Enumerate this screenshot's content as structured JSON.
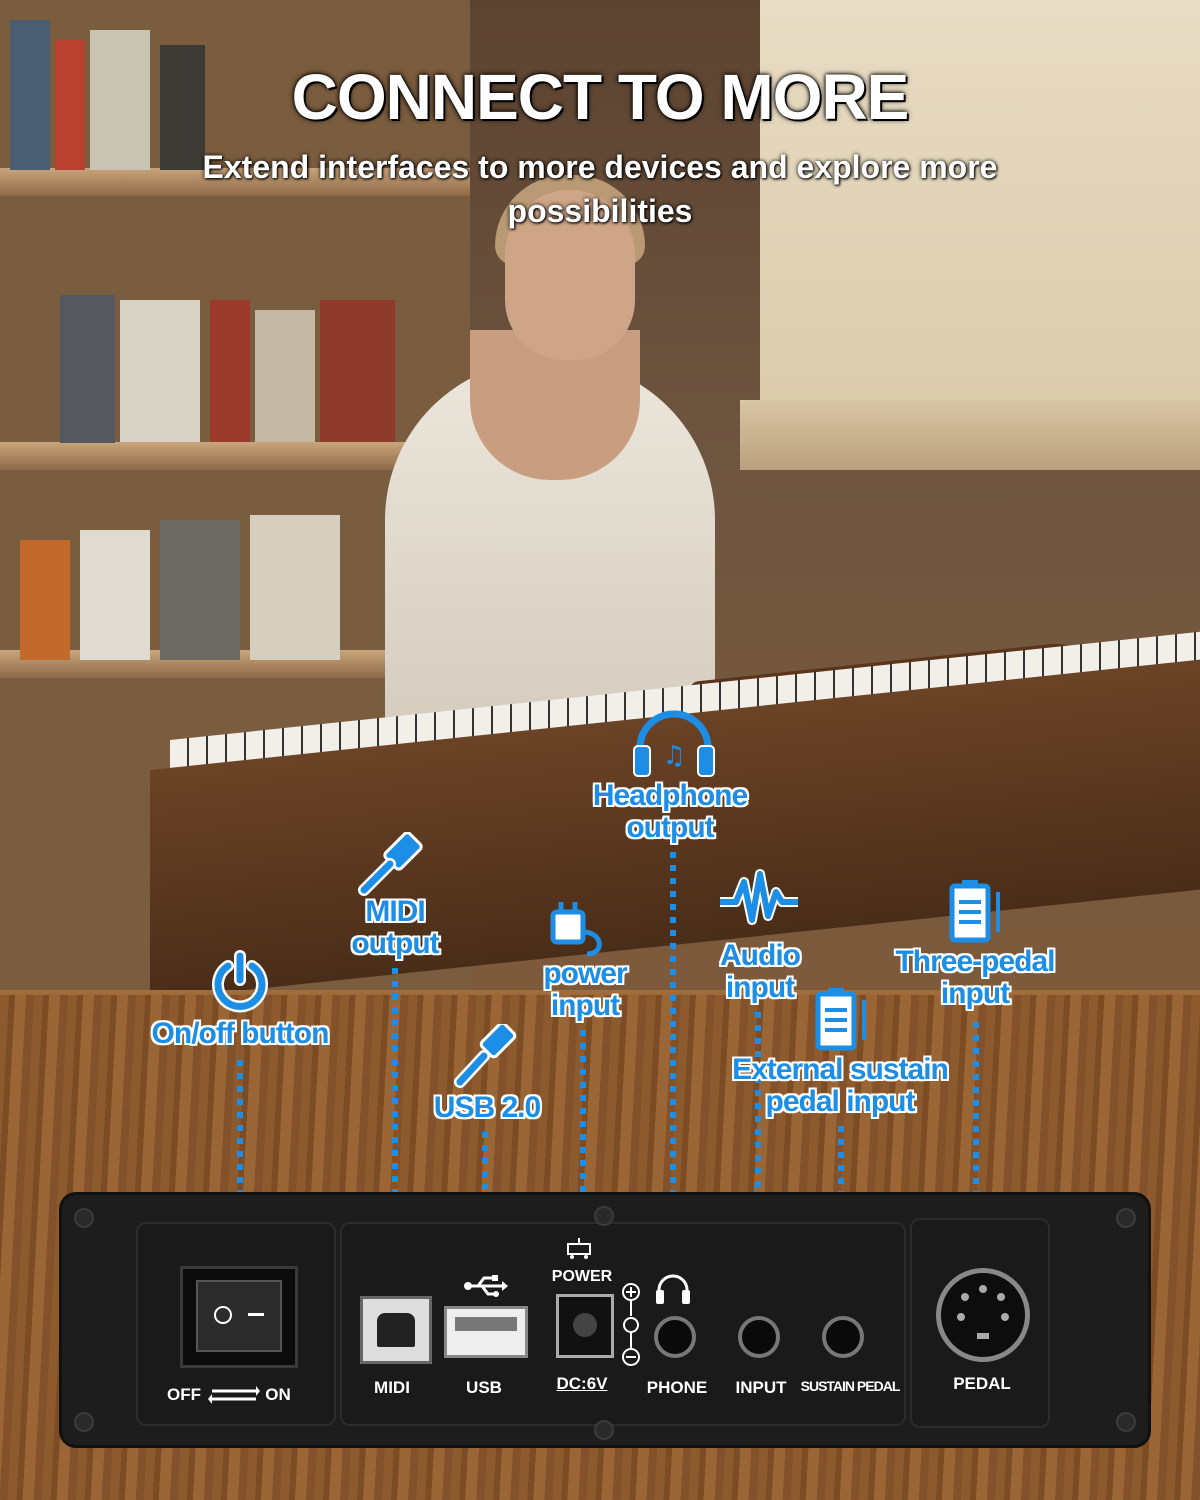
{
  "heading": {
    "title": "CONNECT TO MORE",
    "subtitle": "Extend interfaces to more devices and explore more possibilities"
  },
  "callouts": {
    "on_off": "On/off button",
    "midi_line1": "MIDI",
    "midi_line2": "output",
    "usb": "USB 2.0",
    "power_line1": "power",
    "power_line2": "input",
    "headphone_line1": "Headphone",
    "headphone_line2": "output",
    "audio_line1": "Audio",
    "audio_line2": "input",
    "three_pedal_line1": "Three-pedal",
    "three_pedal_line2": "input",
    "sustain_line1": "External sustain",
    "sustain_line2": "pedal input"
  },
  "panel": {
    "off": "OFF",
    "on": "ON",
    "midi": "MIDI",
    "usb": "USB",
    "power": "POWER",
    "dc": "DC:6V",
    "phone": "PHONE",
    "input": "INPUT",
    "sustain": "SUSTAIN PEDAL",
    "pedal": "PEDAL"
  },
  "colors": {
    "accent": "#1d8ee6",
    "panel": "#1d1d1d",
    "label_text": "#ffffff"
  },
  "icons": [
    "power-icon",
    "cable-plug-icon",
    "usb-plug-icon",
    "power-adapter-icon",
    "headphone-icon",
    "audio-wave-icon",
    "pedal-unit-icon",
    "sustain-pedal-icon"
  ]
}
